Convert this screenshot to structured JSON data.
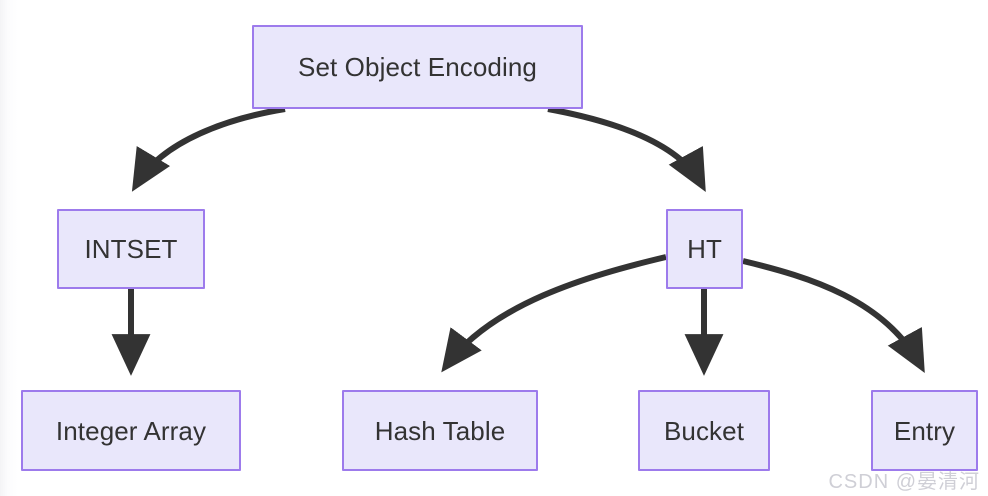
{
  "diagram": {
    "title": "Set Object Encoding",
    "background_color": "#ffffff",
    "node_fill": "#e9e7fb",
    "node_border": "#9d7bec",
    "node_text_color": "#333333",
    "edge_color": "#333333",
    "nodes": [
      {
        "id": "root",
        "label": "Set Object Encoding"
      },
      {
        "id": "intset",
        "label": "INTSET"
      },
      {
        "id": "ht",
        "label": "HT"
      },
      {
        "id": "intarr",
        "label": "Integer Array"
      },
      {
        "id": "hash",
        "label": "Hash Table"
      },
      {
        "id": "bucket",
        "label": "Bucket"
      },
      {
        "id": "entry",
        "label": "Entry"
      }
    ],
    "edges": [
      {
        "from": "root",
        "to": "intset",
        "label": ""
      },
      {
        "from": "root",
        "to": "ht",
        "label": ""
      },
      {
        "from": "intset",
        "to": "intarr",
        "label": ""
      },
      {
        "from": "ht",
        "to": "hash",
        "label": ""
      },
      {
        "from": "ht",
        "to": "bucket",
        "label": ""
      },
      {
        "from": "ht",
        "to": "entry",
        "label": ""
      }
    ]
  },
  "watermark": {
    "text": "CSDN @晏清河",
    "color": "#cfcfd6"
  }
}
